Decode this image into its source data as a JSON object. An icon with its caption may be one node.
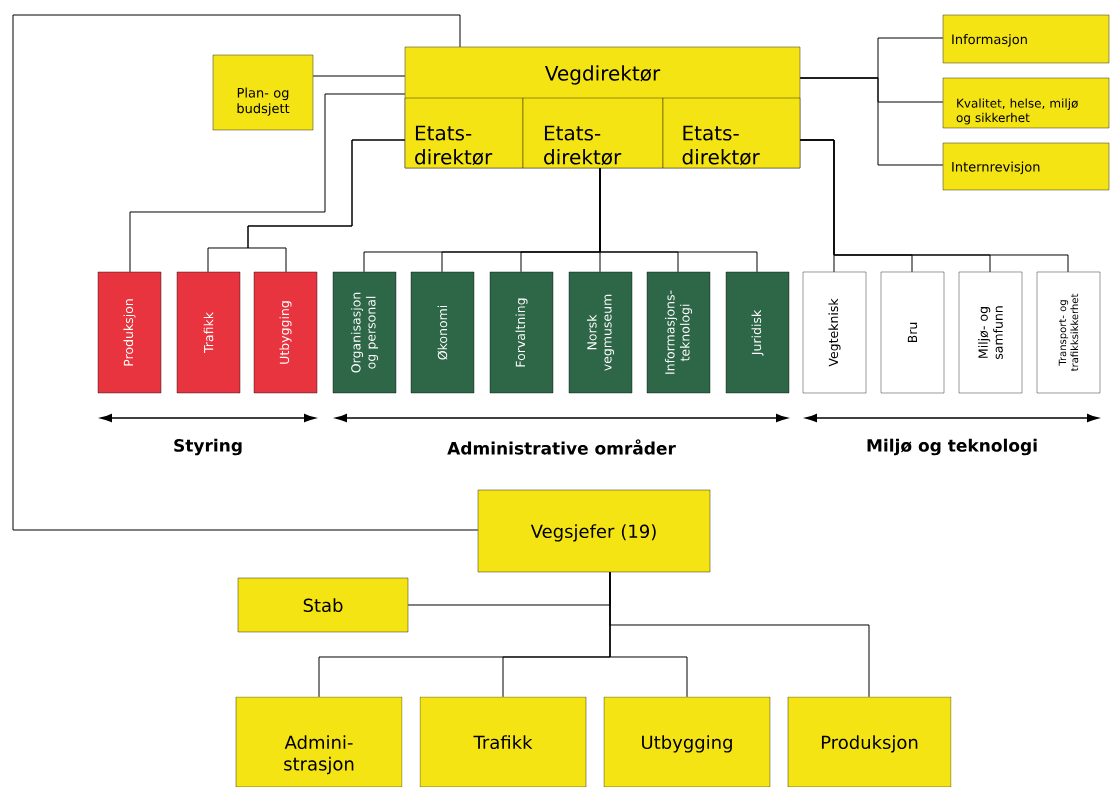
{
  "diagram": {
    "nodes": [
      {
        "text": [
          "Vegdirektør"
        ]
      },
      {
        "text": [
          "Etats- direktør"
        ],
        "in": 0
      },
      {
        "text": [
          "Etats- direktør"
        ],
        "in": 0
      },
      {
        "text": [
          "Etats- direktør"
        ],
        "in": 0
      },
      {
        "text": [
          "Plan- og budsjett"
        ]
      },
      {
        "text": [
          "Informasjon"
        ]
      },
      {
        "text": [
          "Kvalitet, helse, miljø og sikkerhet"
        ]
      },
      {
        "text": [
          "Internrevisjon"
        ]
      },
      {
        "text": [
          "Produksjon"
        ]
      },
      {
        "text": [
          "Trafikk"
        ]
      },
      {
        "text": [
          "Utbygging"
        ]
      },
      {
        "text": [
          "Organisasjon og personal"
        ]
      },
      {
        "text": [
          "Økonomi"
        ]
      },
      {
        "text": [
          "Forvaltning"
        ]
      },
      {
        "text": [
          "Norsk vegmuseum"
        ]
      },
      {
        "text": [
          "Informasjons- teknologi"
        ]
      },
      {
        "text": [
          "Juridisk"
        ]
      },
      {
        "text": [
          "Vegteknisk"
        ]
      },
      {
        "text": [
          "Bru"
        ]
      },
      {
        "text": [
          "Miljø- og samfunn"
        ]
      },
      {
        "text": [
          "Transport- og trafikksikkerhet"
        ]
      },
      {
        "text": [
          "Vegsjefer (19)"
        ]
      },
      {
        "text": [
          "Stab"
        ]
      },
      {
        "text": [
          "Admini- strasjon"
        ]
      },
      {
        "text": [
          "Trafikk"
        ]
      },
      {
        "text": [
          "Utbygging"
        ]
      },
      {
        "text": [
          "Produksjon"
        ]
      }
    ],
    "edges": [
      {
        "from": 0,
        "to": 4,
        "arrow": "none"
      },
      {
        "from": 0,
        "to": 5,
        "arrow": "none"
      },
      {
        "from": 0,
        "to": 6,
        "arrow": "none"
      },
      {
        "from": 0,
        "to": 7,
        "arrow": "none"
      },
      {
        "from": 0,
        "to": 8,
        "arrow": "none"
      },
      {
        "from": 1,
        "to": 9,
        "arrow": "none"
      },
      {
        "from": 1,
        "to": 10,
        "arrow": "none"
      },
      {
        "from": 2,
        "to": 11,
        "arrow": "none"
      },
      {
        "from": 2,
        "to": 12,
        "arrow": "none"
      },
      {
        "from": 2,
        "to": 13,
        "arrow": "none"
      },
      {
        "from": 2,
        "to": 14,
        "arrow": "none"
      },
      {
        "from": 2,
        "to": 15,
        "arrow": "none"
      },
      {
        "from": 2,
        "to": 16,
        "arrow": "none"
      },
      {
        "from": 3,
        "to": 17,
        "arrow": "none"
      },
      {
        "from": 3,
        "to": 18,
        "arrow": "none"
      },
      {
        "from": 3,
        "to": 19,
        "arrow": "none"
      },
      {
        "from": 3,
        "to": 20,
        "arrow": "none"
      },
      {
        "from": 0,
        "to": 21,
        "arrow": "none"
      },
      {
        "from": 21,
        "to": 22,
        "arrow": "none"
      },
      {
        "from": 21,
        "to": 26,
        "arrow": "none"
      },
      {
        "from": 21,
        "to": 23,
        "arrow": "none"
      },
      {
        "from": 21,
        "to": 24,
        "arrow": "none"
      },
      {
        "from": 21,
        "to": 25,
        "arrow": "none"
      }
    ],
    "labels": [
      "Styring",
      "Administrative områder",
      "Miljø og teknologi"
    ]
  }
}
